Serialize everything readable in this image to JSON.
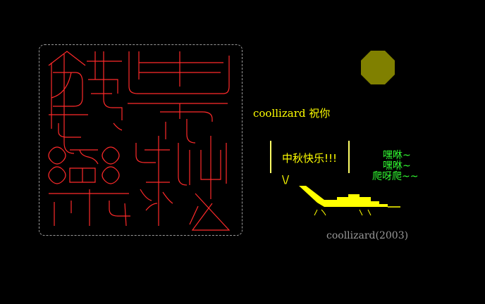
{
  "seal": {
    "characters": [
      "中",
      "秋",
      "快",
      "乐"
    ],
    "stroke_color": "#ff2a2a",
    "frame_color": "#9a9a9a"
  },
  "moon": {
    "color": "#808000"
  },
  "greeting": "coollizard 祝你",
  "bubble": {
    "text": "中秋快乐!!!",
    "tail": "\\/"
  },
  "chant": {
    "line1": "嘿咻~",
    "line2": "嘿咻~",
    "line3": "爬呀爬~~"
  },
  "boat": {
    "color": "#ffff00",
    "oars": "ノ丶   丶丶"
  },
  "credit": "coollizard(2003)",
  "colors": {
    "background": "#000000",
    "text_yellow": "#ffff00",
    "text_green": "#33ff33",
    "text_gray": "#999999"
  }
}
